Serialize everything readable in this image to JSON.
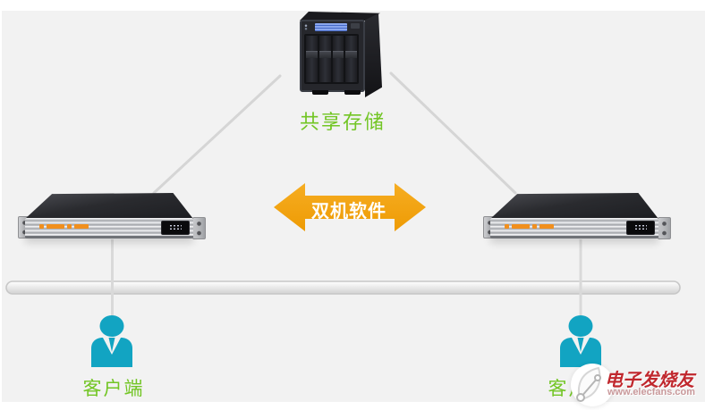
{
  "diagram": {
    "storage": {
      "label": "共享存储",
      "icon": "nas-storage-icon"
    },
    "arrow": {
      "label": "双机软件",
      "color": "#f2a30f",
      "direction": "double-headed-horizontal"
    },
    "servers": {
      "left_icon": "rack-server-icon",
      "right_icon": "rack-server-icon"
    },
    "network": {
      "shape": "bus-line-capsule"
    },
    "clients": {
      "left": {
        "label": "客户端",
        "icon": "businessman-icon"
      },
      "right": {
        "label": "客户端",
        "icon": "businessman-icon"
      }
    },
    "watermark": {
      "brand": "电子发烧友",
      "url": "www.elecfans.com",
      "icon": "elecfans-leaf-logo"
    }
  },
  "colors": {
    "background": "#f2f2f2",
    "label_green": "#72c524",
    "arrow_orange": "#f2a30f",
    "client_teal": "#12a4c2",
    "watermark_red": "#c0272d",
    "connector_gray": "#d5d5d5"
  }
}
